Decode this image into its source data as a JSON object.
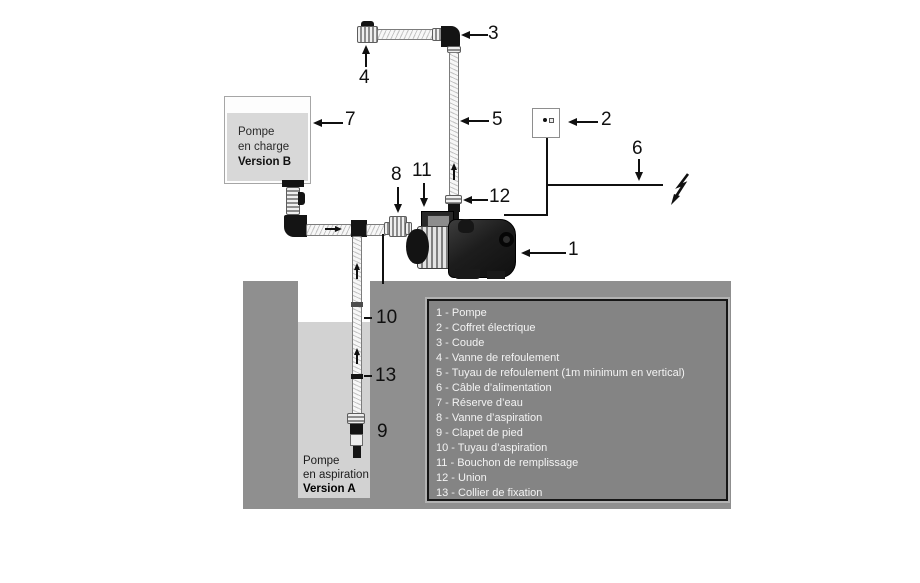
{
  "title": "Pump installation diagram (Version A aspiration / Version B en charge)",
  "colors": {
    "ground": "#8f8f8f",
    "legend_bg": "#848484",
    "well_water": "#d2d2d2",
    "tank_water": "#d8d8d8",
    "line": "#101010"
  },
  "callouts": [
    "1",
    "2",
    "3",
    "4",
    "5",
    "6",
    "7",
    "8",
    "9",
    "10",
    "11",
    "12",
    "13"
  ],
  "tank_label": {
    "line1": "Pompe",
    "line2": "en charge",
    "line3": "Version B"
  },
  "well_label": {
    "line1": "Pompe",
    "line2": "en aspiration",
    "line3": "Version A"
  },
  "legend": {
    "items": [
      "1 - Pompe",
      "2 - Coffret électrique",
      "3 - Coude",
      "4 - Vanne de refoulement",
      "5 - Tuyau de refoulement (1m minimum en vertical)",
      "6 - Câble d’alimentation",
      "7 - Réserve d’eau",
      "8 - Vanne d’aspiration",
      "9 - Clapet de pied",
      "10 - Tuyau d’aspiration",
      "11 - Bouchon de remplissage",
      "12 - Union",
      "13 - Collier de fixation"
    ]
  }
}
